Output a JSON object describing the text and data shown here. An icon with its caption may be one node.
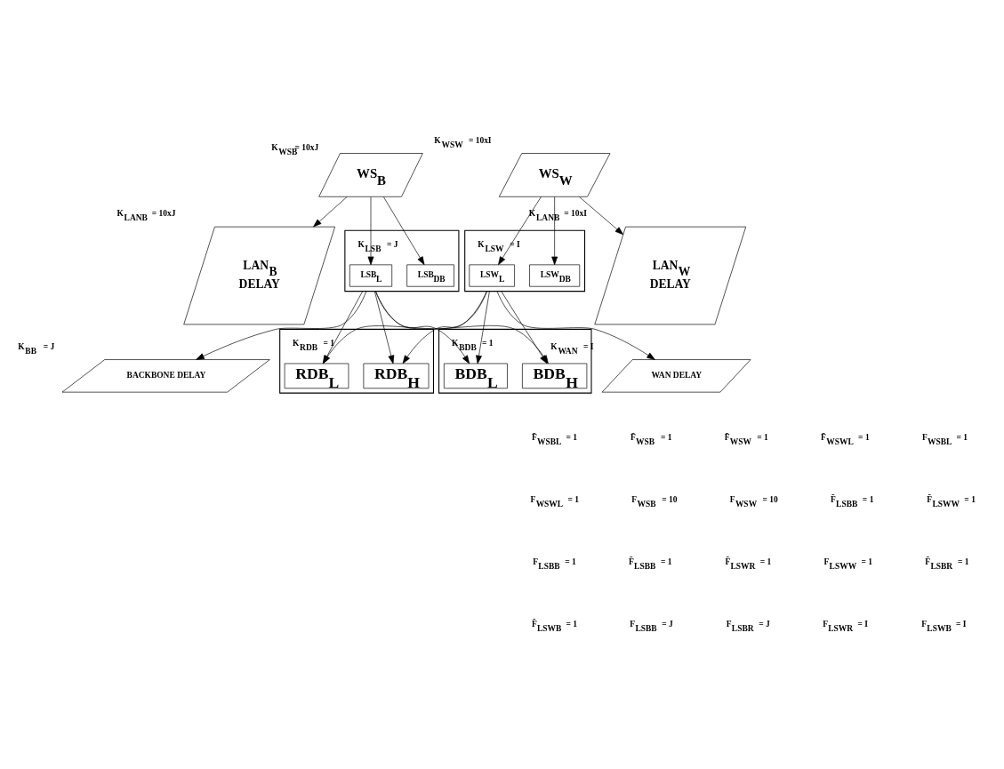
{
  "diagram": {
    "nodes": [
      {
        "text": [
          "WS$_{B}$"
        ],
        "beside": [
          "K$_{WSB}$= 10xJ"
        ]
      },
      {
        "text": [
          "WS$_{W}$"
        ],
        "beside": [
          "K$_{WSW}$ = 10xI"
        ]
      },
      {
        "text": [
          "LAN$_{B}$ DELAY"
        ],
        "beside": [
          "K$_{LANB}$ = 10xJ"
        ]
      },
      {
        "text": [
          "LAN$_{W}$ DELAY"
        ],
        "beside": [
          "K$_{LANB}$ = 10xI"
        ]
      },
      {
        "text": [],
        "shape": "parallelogram",
        "beside": [
          "K$_{LSB}$ = J"
        ]
      },
      {
        "text": [
          "LSB$_{L}$"
        ],
        "in": 4
      },
      {
        "text": [
          "LSB$_{DB}$"
        ],
        "in": 4
      },
      {
        "text": [],
        "shape": "parallelogram",
        "beside": [
          "K$_{LSW}$ = I"
        ]
      },
      {
        "text": [
          "LSW$_{L}$"
        ],
        "in": 7
      },
      {
        "text": [
          "LSW$_{DB}$"
        ],
        "in": 7
      },
      {
        "text": [
          "BACKBONE DELAY"
        ],
        "beside": [
          "K$_{BB}$ = J"
        ]
      },
      {
        "text": [
          "WAN DELAY"
        ],
        "beside": [
          "K$_{WAN}$ = I"
        ]
      },
      {
        "text": [],
        "shape": "parallelogram",
        "beside": [
          "K$_{RDB}$ = 1"
        ]
      },
      {
        "text": [
          "RDB$_{L}$"
        ],
        "in": 12
      },
      {
        "text": [
          "RDB$_{H}$"
        ],
        "in": 12
      },
      {
        "text": [],
        "shape": "parallelogram",
        "beside": [
          "K$_{BDB}$ = 1"
        ]
      },
      {
        "text": [
          "BDB$_{L}$"
        ],
        "in": 15
      },
      {
        "text": [
          "BDB$_{H}$"
        ],
        "in": 15
      }
    ],
    "edges": [
      {
        "from": 0,
        "to": 2,
        "arrow": "to"
      },
      {
        "from": 0,
        "to": 5,
        "arrow": "to"
      },
      {
        "from": 0,
        "to": 6,
        "arrow": "to"
      },
      {
        "from": 1,
        "to": 8,
        "arrow": "to"
      },
      {
        "from": 1,
        "to": 9,
        "arrow": "to"
      },
      {
        "from": 1,
        "to": 3,
        "arrow": "to"
      },
      {
        "from": 4,
        "to": 10,
        "arrow": "to"
      },
      {
        "from": 4,
        "to": 13,
        "arrow": "to"
      },
      {
        "from": 4,
        "to": 14,
        "arrow": "to"
      },
      {
        "from": 4,
        "to": 16,
        "arrow": "to"
      },
      {
        "from": 4,
        "to": 17,
        "arrow": "to"
      },
      {
        "from": 7,
        "to": 13,
        "arrow": "to"
      },
      {
        "from": 7,
        "to": 14,
        "arrow": "to"
      },
      {
        "from": 7,
        "to": 16,
        "arrow": "to"
      },
      {
        "from": 7,
        "to": 17,
        "arrow": "to"
      },
      {
        "from": 7,
        "to": 11,
        "arrow": "to"
      }
    ],
    "labels": [
      "F̄$_{WSBL}$ = 1",
      "F̄$_{WSB}$ = 1",
      "F̄$_{WSW}$ = 1",
      "F̄$_{WSWL}$ = 1",
      "F$_{WSBL}$ = 1",
      "F$_{WSWL}$ = 1",
      "F$_{WSB}$ = 10",
      "F$_{WSW}$ = 10",
      "F̄$_{LSBB}$ = 1",
      "F̄$_{LSWW}$ = 1",
      "F$_{LSBB}$ = 1",
      "F̄$_{LSBB}$ = 1",
      "F̄$_{LSWR}$ = 1",
      "F$_{LSWW}$ = 1",
      "F̄$_{LSBR}$ = 1",
      "F̄$_{LSWB}$ = 1",
      "F$_{LSBB}$ = J",
      "F$_{LSBR}$ = J",
      "F$_{LSWR}$ = I",
      "F$_{LSWB}$ = I"
    ]
  }
}
